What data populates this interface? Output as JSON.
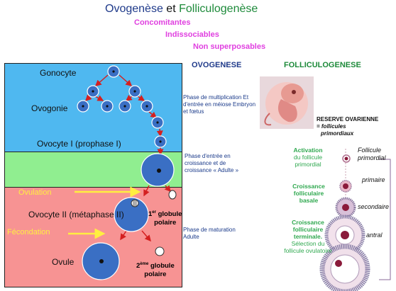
{
  "title": {
    "part1": "Ovogenèse",
    "part2": "et",
    "part3": "Folliculogenèse"
  },
  "subtitles": [
    "Concomitantes",
    "Indissociables",
    "Non superposables"
  ],
  "headers": {
    "ovogenese": "OVOGENESE",
    "folliculogenese": "FOLLICULOGENESE"
  },
  "stages": {
    "gonocyte": "Gonocyte",
    "ovogonie": "Ovogonie",
    "ovocyte1": "Ovocyte I (prophase I)",
    "ovocyte2": "Ovocyte II (métaphase II)",
    "ovule": "Ovule"
  },
  "events": {
    "ovulation": "Ovulation",
    "fecondation": "Fécondation"
  },
  "polar_bodies": {
    "first_sup": "er",
    "first_num": "1",
    "first_label": "globule",
    "first_label2": "polaire",
    "second_sup": "ème",
    "second_num": "2",
    "second_label": "globule",
    "second_label2": "polaire"
  },
  "phases": {
    "multiplication": "Phase de multiplication Et d'entrée en méiose Embryon et fœtus",
    "entree": "Phase d'entrée en croissance et de croissance « Adulte »",
    "maturation": "Phase de maturation Adulte"
  },
  "reserve": {
    "title": "RESERVE OVARIENNE",
    "line2": "= follicules",
    "line3": "primordiaux"
  },
  "steps": {
    "activation": {
      "title": "Activation",
      "rest": "du follicule primordial"
    },
    "basale": {
      "title": "Croissance folliculaire basale"
    },
    "terminale": {
      "title": "Croissance folliculaire terminale.",
      "rest": "Sélection du follicule ovulatoire"
    }
  },
  "follicles": {
    "primordial": "Follicule primordial",
    "primaire": "primaire",
    "secondaire": "secondaire",
    "antral": "antral"
  },
  "colors": {
    "blue_zone": "#4fb8f0",
    "green_zone": "#90ee90",
    "red_zone": "#f79393",
    "cell": "#3a6fc4",
    "title_blue": "#1f3a8a",
    "title_green": "#1d8a3a"
  }
}
